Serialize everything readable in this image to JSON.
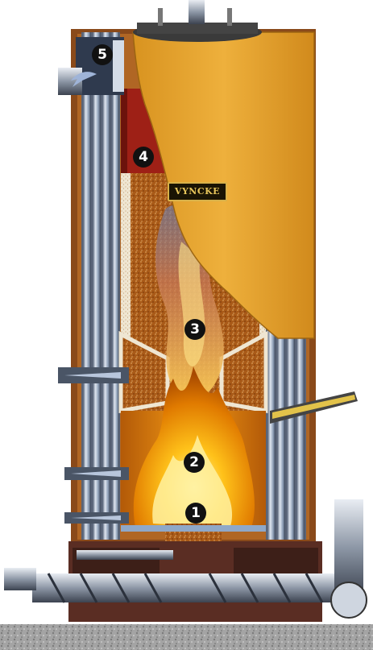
{
  "labels": {
    "one": "1",
    "two": "2",
    "three": "3",
    "four": "4",
    "five": "5"
  },
  "brand_plate": "VYNCKE",
  "colors": {
    "jacket": "#8a4a1a",
    "tube": "#8fa0b8",
    "refractory": "#b0651d",
    "hood": "#e6a531",
    "hot_wall": "#9e2016",
    "flame": "#ffb000",
    "ground": "#9a9a9a",
    "screw": "#4d5a70"
  },
  "icons": [
    "flame-icon",
    "flue-outlet-icon",
    "screw-conveyor-icon",
    "air-nozzle-icon"
  ]
}
